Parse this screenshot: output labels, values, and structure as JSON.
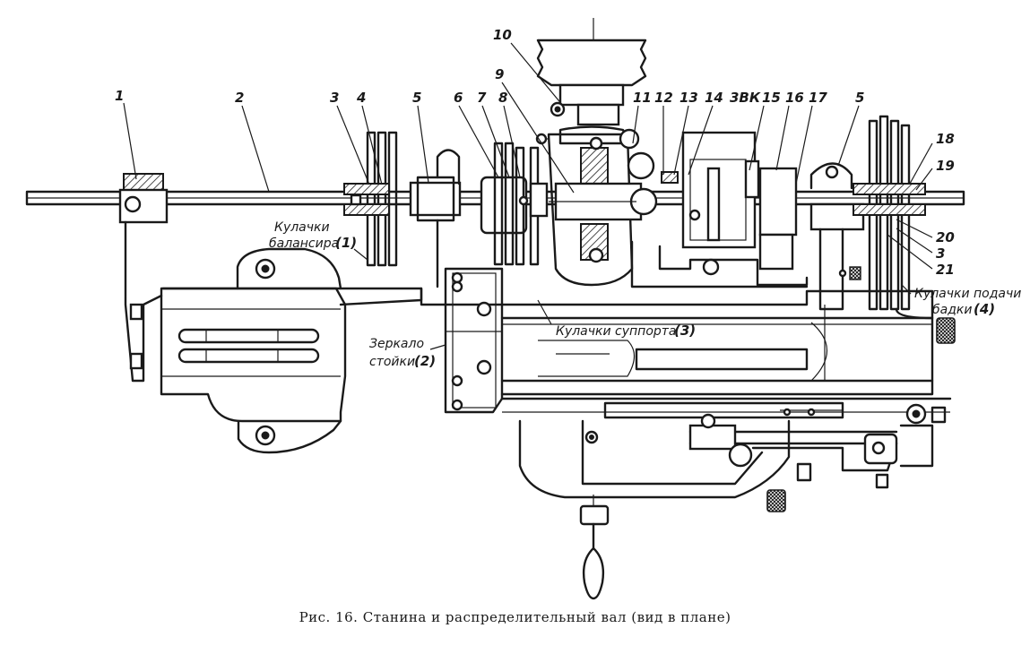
{
  "figure": {
    "caption": "Рис. 16. Станина и распределительный вал (вид в плане)"
  },
  "callouts": {
    "n1": "1",
    "n2": "2",
    "n3": "3",
    "n4": "4",
    "n5": "5",
    "n6": "6",
    "n7": "7",
    "n8": "8",
    "n9": "9",
    "n10": "10",
    "n11": "11",
    "n12": "12",
    "n13": "13",
    "n14": "14",
    "n3vk": "3ВК",
    "n15": "15",
    "n16": "16",
    "n17": "17",
    "n5b": "5",
    "n18": "18",
    "n19": "19",
    "n20": "20",
    "n3b": "3",
    "n21": "21"
  },
  "labels": {
    "balancer_cams_1": "Кулачки",
    "balancer_cams_2": "балансира",
    "balancer_cams_num": "(1)",
    "mirror_1": "Зеркало",
    "mirror_2": "стойки",
    "mirror_num": "(2)",
    "support_cams": "Кулачки суппорта",
    "support_cams_num": "(3)",
    "feed_cams_1": "Кулачки подачи",
    "feed_cams_2": "бадки",
    "feed_cams_num": "(4)"
  }
}
